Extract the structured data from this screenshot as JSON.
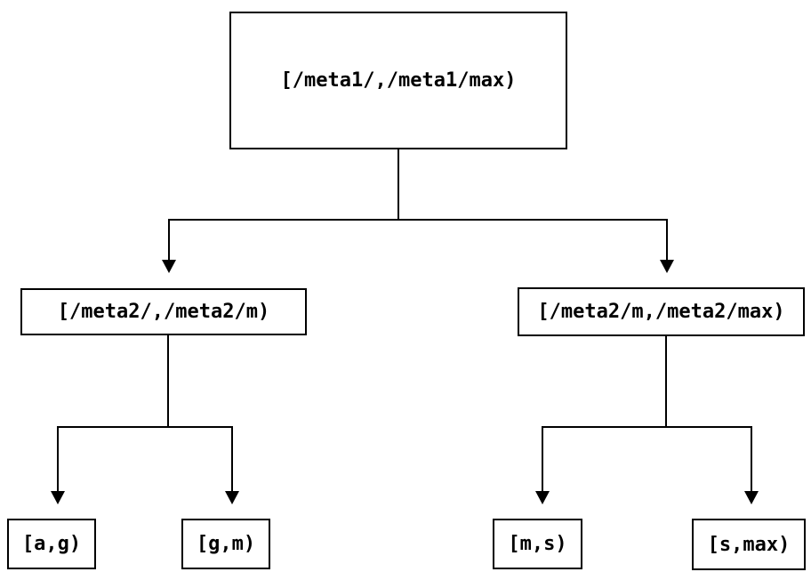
{
  "diagram": {
    "type": "binary-tree",
    "colors": {
      "background": "#ffffff",
      "node_border": "#000000",
      "node_fill": "#ffffff",
      "text": "#000000",
      "edge": "#000000"
    },
    "tree": {
      "root": {
        "label": "[/meta1/,/meta1/max)",
        "children": [
          {
            "label": "[/meta2/,/meta2/m)",
            "children": [
              {
                "label": "[a,g)"
              },
              {
                "label": "[g,m)"
              }
            ]
          },
          {
            "label": "[/meta2/m,/meta2/max)",
            "children": [
              {
                "label": "[m,s)"
              },
              {
                "label": "[s,max)"
              }
            ]
          }
        ]
      }
    }
  }
}
